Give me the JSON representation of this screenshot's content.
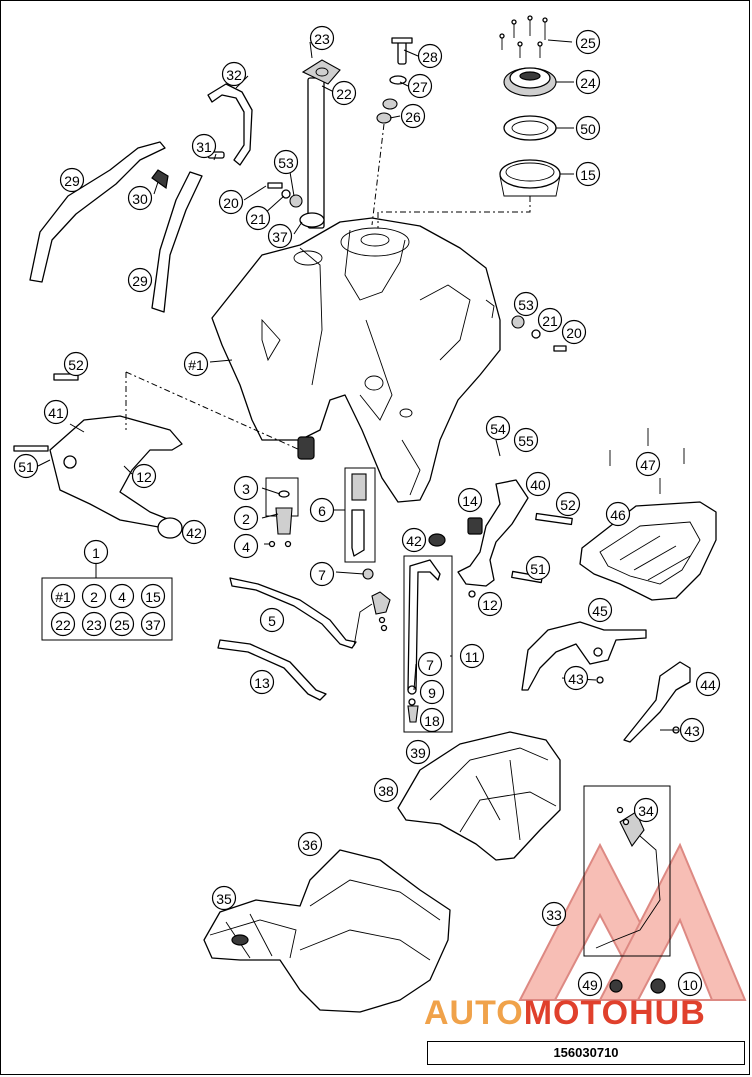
{
  "drawing_number": "156030710",
  "watermark": {
    "part1": "AUTO",
    "part2": "MOTO",
    "part3": "HUB"
  },
  "colors": {
    "watermark_orange": "#f0a24a",
    "watermark_red": "#e0402c",
    "watermark_outline": "#c22a1e"
  },
  "callouts": [
    {
      "id": "c23",
      "label": "23"
    },
    {
      "id": "c28",
      "label": "28"
    },
    {
      "id": "c25",
      "label": "25"
    },
    {
      "id": "c32",
      "label": "32"
    },
    {
      "id": "c22a",
      "label": "22"
    },
    {
      "id": "c27",
      "label": "27"
    },
    {
      "id": "c24",
      "label": "24"
    },
    {
      "id": "c26",
      "label": "26"
    },
    {
      "id": "c50",
      "label": "50"
    },
    {
      "id": "c31",
      "label": "31"
    },
    {
      "id": "c53a",
      "label": "53"
    },
    {
      "id": "c15",
      "label": "15"
    },
    {
      "id": "c29a",
      "label": "29"
    },
    {
      "id": "c30",
      "label": "30"
    },
    {
      "id": "c20a",
      "label": "20"
    },
    {
      "id": "c21a",
      "label": "21"
    },
    {
      "id": "c37",
      "label": "37"
    },
    {
      "id": "c29b",
      "label": "29"
    },
    {
      "id": "c53b",
      "label": "53"
    },
    {
      "id": "c21b",
      "label": "21"
    },
    {
      "id": "c20b",
      "label": "20"
    },
    {
      "id": "c1tank",
      "label": "#1"
    },
    {
      "id": "c52a",
      "label": "52"
    },
    {
      "id": "c41",
      "label": "41"
    },
    {
      "id": "c54",
      "label": "54"
    },
    {
      "id": "c55",
      "label": "55"
    },
    {
      "id": "c47",
      "label": "47"
    },
    {
      "id": "c51a",
      "label": "51"
    },
    {
      "id": "c12a",
      "label": "12"
    },
    {
      "id": "c40",
      "label": "40"
    },
    {
      "id": "c3",
      "label": "3"
    },
    {
      "id": "c14",
      "label": "14"
    },
    {
      "id": "c52b",
      "label": "52"
    },
    {
      "id": "c6",
      "label": "6"
    },
    {
      "id": "c2a",
      "label": "2"
    },
    {
      "id": "c46",
      "label": "46"
    },
    {
      "id": "c42a",
      "label": "42"
    },
    {
      "id": "c4a",
      "label": "4"
    },
    {
      "id": "c42b",
      "label": "42"
    },
    {
      "id": "c1",
      "label": "1"
    },
    {
      "id": "c7a",
      "label": "7"
    },
    {
      "id": "c51b",
      "label": "51"
    },
    {
      "id": "c12b",
      "label": "12"
    },
    {
      "id": "c45",
      "label": "45"
    },
    {
      "id": "c5",
      "label": "5"
    },
    {
      "id": "c11",
      "label": "11"
    },
    {
      "id": "c7b",
      "label": "7"
    },
    {
      "id": "c43a",
      "label": "43"
    },
    {
      "id": "c44",
      "label": "44"
    },
    {
      "id": "c13",
      "label": "13"
    },
    {
      "id": "c9",
      "label": "9"
    },
    {
      "id": "c18",
      "label": "18"
    },
    {
      "id": "c43b",
      "label": "43"
    },
    {
      "id": "c39",
      "label": "39"
    },
    {
      "id": "c38",
      "label": "38"
    },
    {
      "id": "c34",
      "label": "34"
    },
    {
      "id": "c36",
      "label": "36"
    },
    {
      "id": "c35",
      "label": "35"
    },
    {
      "id": "c33",
      "label": "33"
    },
    {
      "id": "c49",
      "label": "49"
    },
    {
      "id": "c10",
      "label": "10"
    }
  ],
  "kit_table": {
    "cells": [
      "#1",
      "2",
      "4",
      "15",
      "22",
      "23",
      "25",
      "37"
    ]
  }
}
